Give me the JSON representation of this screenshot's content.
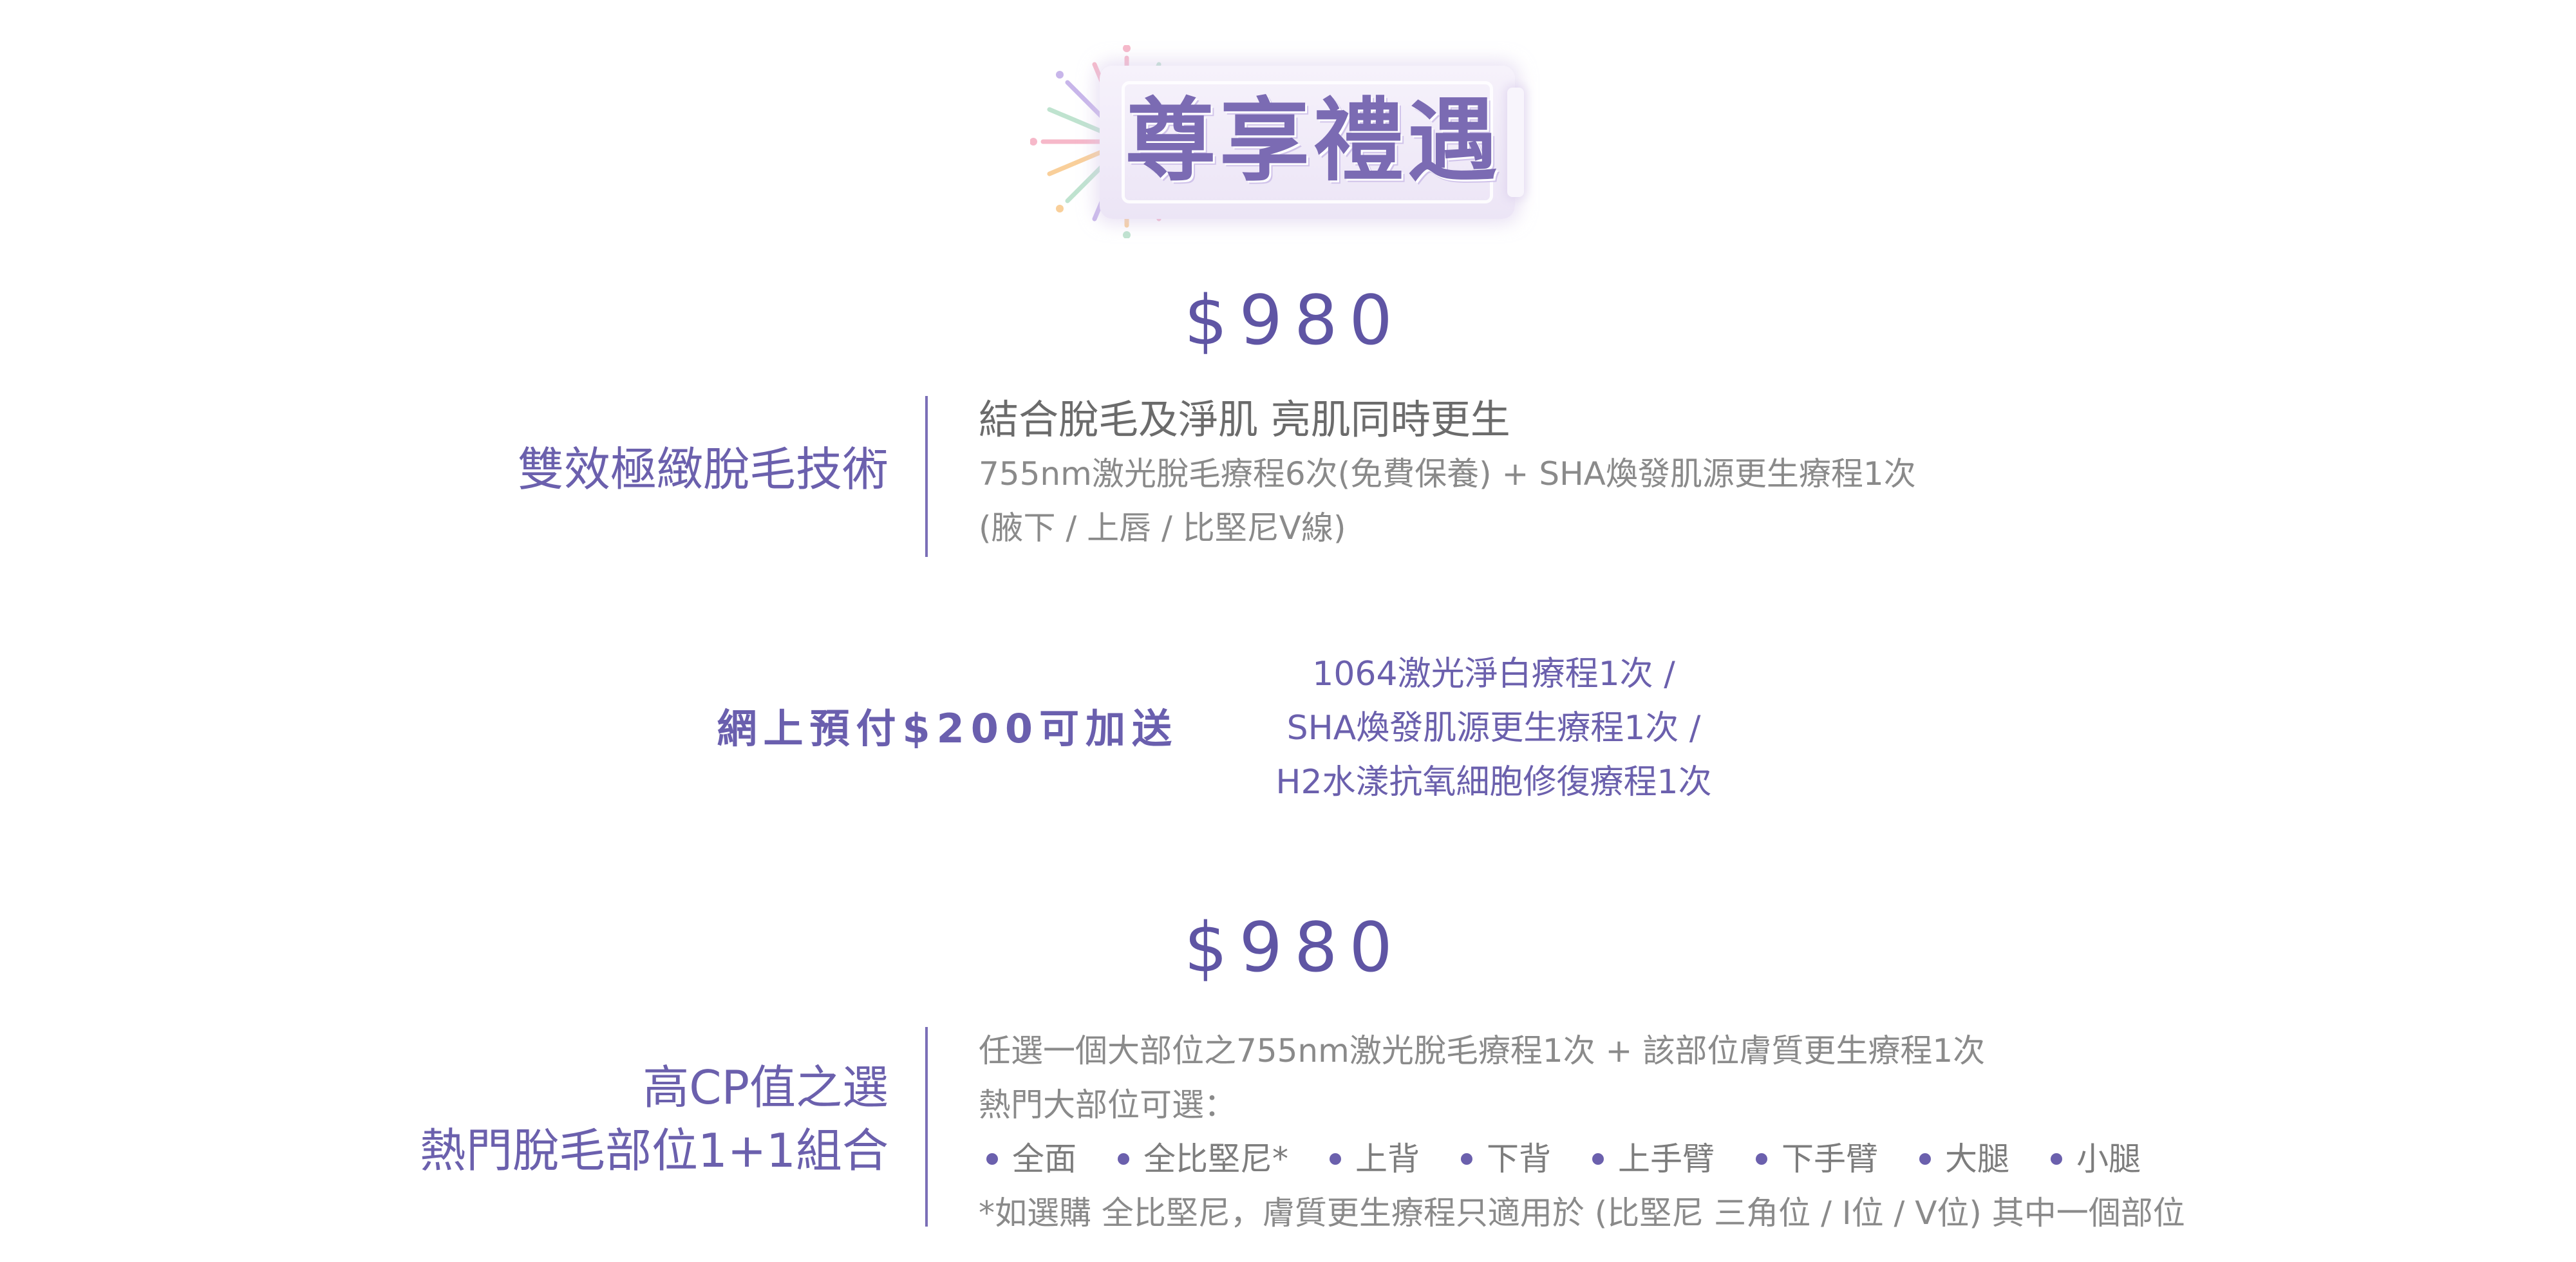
{
  "header": {
    "title": "尊享禮遇"
  },
  "offers": [
    {
      "price": "$980",
      "title": "雙效極緻脫毛技術",
      "headline": "結合脫毛及淨肌  亮肌同時更生",
      "lines": [
        "755nm激光脫毛療程6次(免費保養) + SHA煥發肌源更生療程1次",
        "(腋下 / 上唇 / 比堅尼V線)"
      ]
    },
    {
      "price": "$980",
      "title_line1": "高CP值之選",
      "title_line2": "熱門脫毛部位1+1組合",
      "lines": [
        "任選一個大部位之755nm激光脫毛療程1次 + 該部位膚質更生療程1次",
        "熱門大部位可選："
      ],
      "parts": [
        "全面",
        "全比堅尼*",
        "上背",
        "下背",
        "上手臂",
        "下手臂",
        "大腿",
        "小腿"
      ],
      "note": "*如選購 全比堅尼，膚質更生療程只適用於 (比堅尼 三角位 / I位 / V位) 其中一個部位"
    }
  ],
  "promo": {
    "label": "網上預付$200可加送",
    "items": [
      "1064激光淨白療程1次 /",
      "SHA煥發肌源更生療程1次 /",
      "H2水漾抗氧細胞修復療程1次"
    ]
  },
  "colors": {
    "accent": "#5f55a4",
    "title": "#7b6bb3",
    "body_text": "#8a8a8a",
    "badge_bg": "#ece5f6"
  },
  "icons": {
    "badge_decoration": "fireworks-icon",
    "bullet": "dot-icon"
  }
}
